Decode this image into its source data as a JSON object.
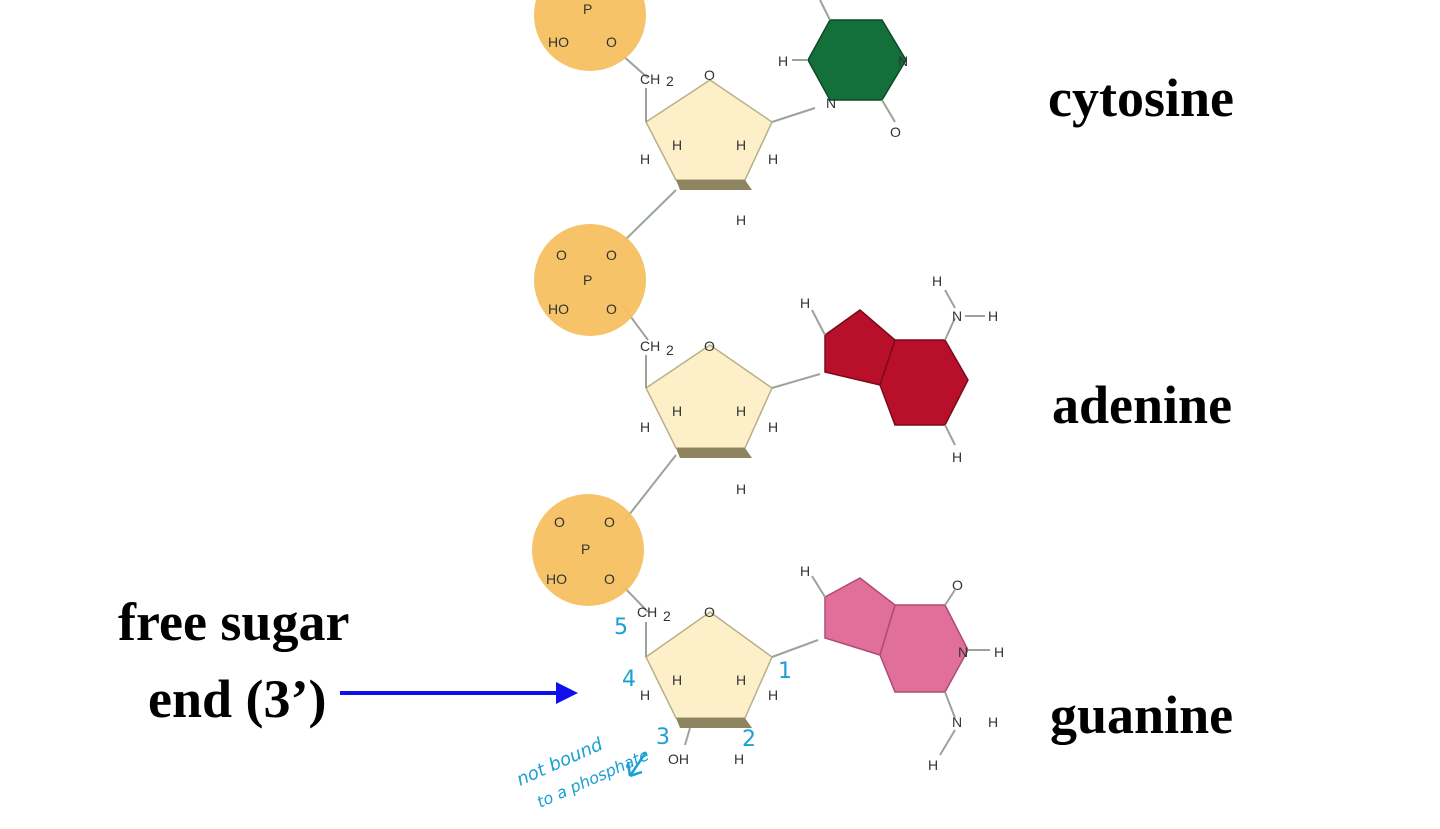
{
  "bases": [
    {
      "label": "cytosine",
      "color": "#14703a"
    },
    {
      "label": "adenine",
      "color": "#b8102a"
    },
    {
      "label": "guanine",
      "color": "#e0709a"
    }
  ],
  "left_label": {
    "line1": "free sugar",
    "line2": "end (3’)"
  },
  "arrow_color": "#1010ee",
  "phosphate_color": "#f6c060",
  "sugar_color": "#fdf0c8",
  "annotation": {
    "carbons": [
      "5",
      "4",
      "1",
      "2",
      "3"
    ],
    "note_line1": "not bound",
    "note_line2": "to a phosphate",
    "color": "#1a9fd6"
  },
  "atoms": {
    "P": "P",
    "O": "O",
    "HO": "HO",
    "OH": "OH",
    "H": "H",
    "N": "N",
    "CH2": "CH",
    "sub2": "2"
  }
}
